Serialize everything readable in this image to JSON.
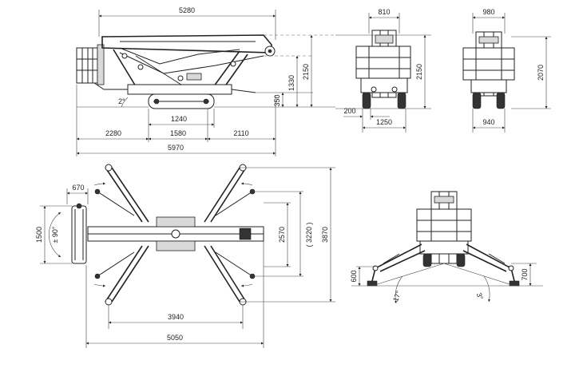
{
  "dimensions": {
    "side_length_top": "5280",
    "side_height": "2150",
    "side_1330": "1330",
    "side_350": "350",
    "side_angle": "2°",
    "side_1240": "1240",
    "side_1580": "1580",
    "side_2280": "2280",
    "side_2110": "2110",
    "side_total": "5970",
    "front_width_top": "810",
    "front_height": "2150",
    "front_200": "200",
    "front_1250": "1250",
    "rear_width_top": "980",
    "rear_height": "2070",
    "rear_940": "940",
    "plan_670": "670",
    "plan_1500": "1500",
    "plan_rot": "± 90°",
    "plan_2570": "2570",
    "plan_3220": "( 3220 )",
    "plan_3870": "3870",
    "plan_3940": "3940",
    "plan_5050": "5050",
    "outr_600": "600",
    "outr_700": "700",
    "outr_ang_left": "17°",
    "outr_ang_right": "3°"
  },
  "colors": {
    "line": "#222222",
    "background": "#ffffff"
  }
}
